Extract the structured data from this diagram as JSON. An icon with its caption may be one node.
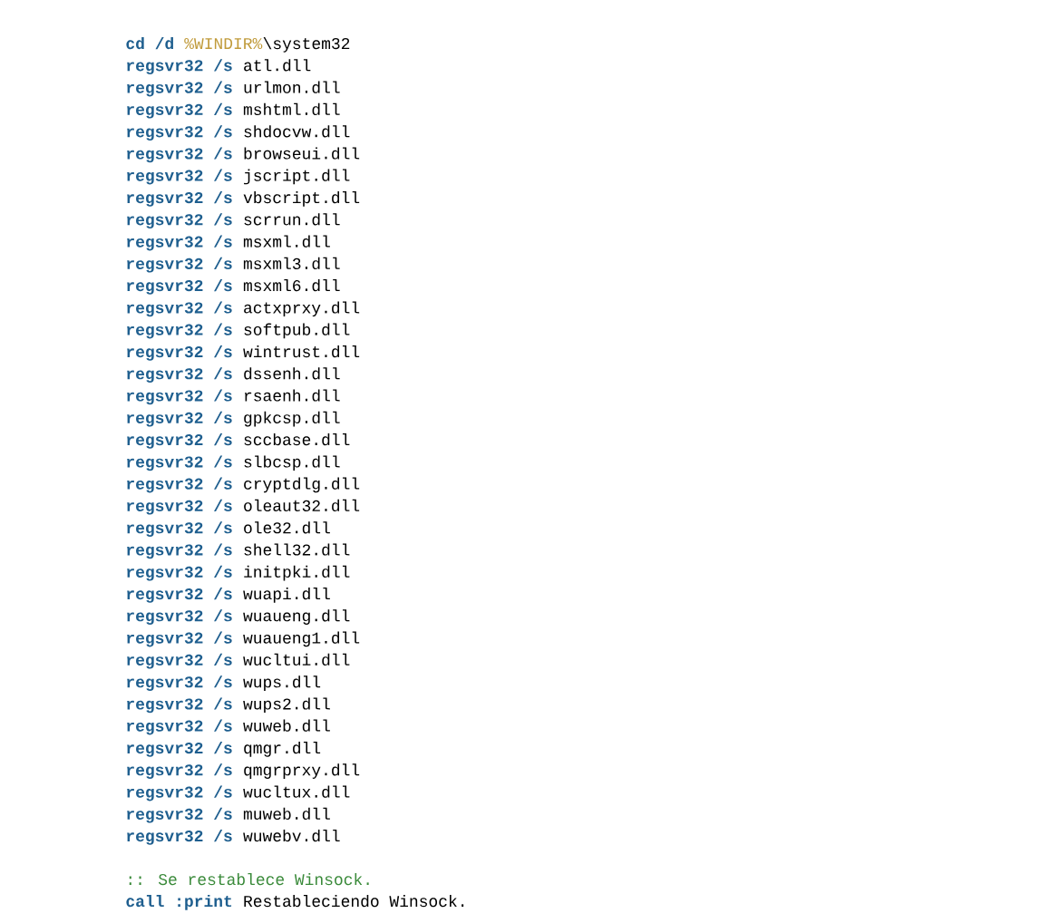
{
  "diagram": {
    "labels": [
      "cd /d",
      "%WINDIR%",
      "\\system32",
      "regsvr32 /s",
      "atl.dll",
      "regsvr32 /s",
      "urlmon.dll",
      "regsvr32 /s",
      "mshtml.dll",
      "regsvr32 /s",
      "shdocvw.dll",
      "regsvr32 /s",
      "browseui.dll",
      "regsvr32 /s",
      "jscript.dll",
      "regsvr32 /s",
      "vbscript.dll",
      "regsvr32 /s",
      "scrrun.dll",
      "regsvr32 /s",
      "msxml.dll",
      "regsvr32 /s",
      "msxml3.dll",
      "regsvr32 /s",
      "msxml6.dll",
      "regsvr32 /s",
      "actxprxy.dll",
      "regsvr32 /s",
      "softpub.dll",
      "regsvr32 /s",
      "wintrust.dll",
      "regsvr32 /s",
      "dssenh.dll",
      "regsvr32 /s",
      "rsaenh.dll",
      "regsvr32 /s",
      "gpkcsp.dll",
      "regsvr32 /s",
      "sccbase.dll",
      "regsvr32 /s",
      "slbcsp.dll",
      "regsvr32 /s",
      "cryptdlg.dll",
      "regsvr32 /s",
      "oleaut32.dll",
      "regsvr32 /s",
      "ole32.dll",
      "regsvr32 /s",
      "shell32.dll",
      "regsvr32 /s",
      "initpki.dll",
      "regsvr32 /s",
      "wuapi.dll",
      "regsvr32 /s",
      "wuaueng.dll",
      "regsvr32 /s",
      "wuaueng1.dll",
      "regsvr32 /s",
      "wucltui.dll",
      "regsvr32 /s",
      "wups.dll",
      "regsvr32 /s",
      "wups2.dll",
      "regsvr32 /s",
      "wuweb.dll",
      "regsvr32 /s",
      "qmgr.dll",
      "regsvr32 /s",
      "qmgrprxy.dll",
      "regsvr32 /s",
      "wucltux.dll",
      "regsvr32 /s",
      "muweb.dll",
      "regsvr32 /s",
      "wuwebv.dll",
      ":: Se restablece Winsock.",
      "call :print",
      "Restableciendo Winsock."
    ]
  }
}
